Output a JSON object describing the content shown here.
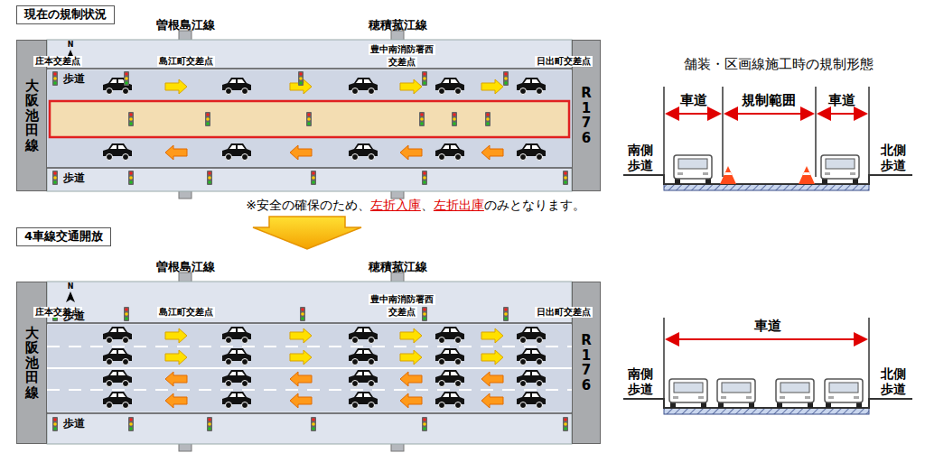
{
  "diagram": {
    "nodes": [
      {
        "text": [
          "現在の規制状況"
        ]
      },
      {
        "text": [
          "大阪池田線"
        ]
      },
      {
        "text": [
          "R176"
        ]
      },
      {
        "text": [
          "4車線交通開放"
        ]
      },
      {
        "text": [
          "大阪池田線"
        ]
      },
      {
        "text": [
          "R176"
        ]
      }
    ],
    "labels": [
      "曽根島江線",
      "穂積菰江線",
      "庄本交差点",
      "島江町交差点",
      "豊中南消防署西",
      "交差点",
      "日出町交差点",
      "歩道",
      "歩道",
      "※安全の確保のため、",
      "左折入庫",
      "、",
      "左折出庫",
      "のみとなります。",
      "舗装・区画線施工時の規制形態",
      "車道",
      "規制範囲",
      "車道",
      "南側歩道",
      "北側歩道",
      "曽根島江線",
      "穂積菰江線",
      "庄本交差点",
      "島江町交差点",
      "豊中南消防署西",
      "交差点",
      "日出町交差点",
      "歩道",
      "歩道",
      "車道",
      "南側歩道",
      "北側歩道",
      "N",
      "N"
    ]
  }
}
